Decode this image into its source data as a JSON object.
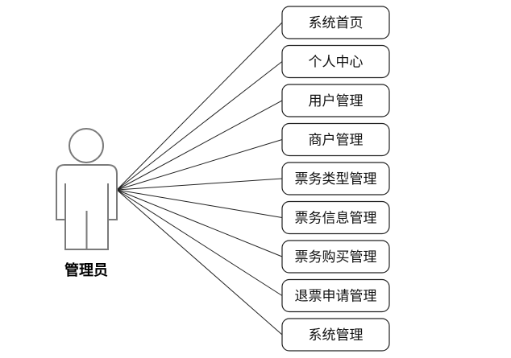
{
  "actor": {
    "label": "管理员"
  },
  "use_cases": [
    {
      "label": "系统首页"
    },
    {
      "label": "个人中心"
    },
    {
      "label": "用户管理"
    },
    {
      "label": "商户管理"
    },
    {
      "label": "票务类型管理"
    },
    {
      "label": "票务信息管理"
    },
    {
      "label": "票务购买管理"
    },
    {
      "label": "退票申请管理"
    },
    {
      "label": "系统管理"
    }
  ]
}
